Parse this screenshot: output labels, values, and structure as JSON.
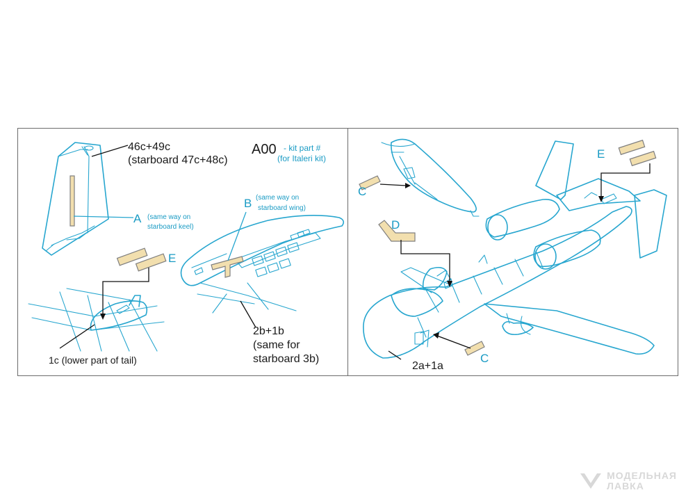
{
  "left_panel": {
    "labels": {
      "fin_part": "46c+49c",
      "fin_part_starboard": "(starboard 47c+48c)",
      "mask_a": "A",
      "mask_a_note1": "(same way on",
      "mask_a_note2": "starboard keel)",
      "mask_b": "B",
      "mask_b_note1": "(same way on",
      "mask_b_note2": "starboard wing)",
      "mask_e": "E",
      "tail_part": "1c (lower part of tail)",
      "wing_part": "2b+1b",
      "wing_note1": "(same for",
      "wing_note2": "starboard 3b)"
    },
    "legend": {
      "code": "A00",
      "desc1": "- kit part #",
      "desc2": "(for Italeri kit)"
    }
  },
  "right_panel": {
    "labels": {
      "mask_c_top": "C",
      "mask_d": "D",
      "mask_e": "E",
      "mask_c_bottom": "C",
      "fuselage_part": "2a+1a"
    }
  },
  "watermark": {
    "line1": "МОДЕЛЬНАЯ",
    "line2": "ЛАВКА"
  },
  "colors": {
    "outline": "#27a6cf",
    "mask_fill": "#f2dfae",
    "label_accent": "#1a9bc4",
    "frame": "#6b6b6b"
  }
}
